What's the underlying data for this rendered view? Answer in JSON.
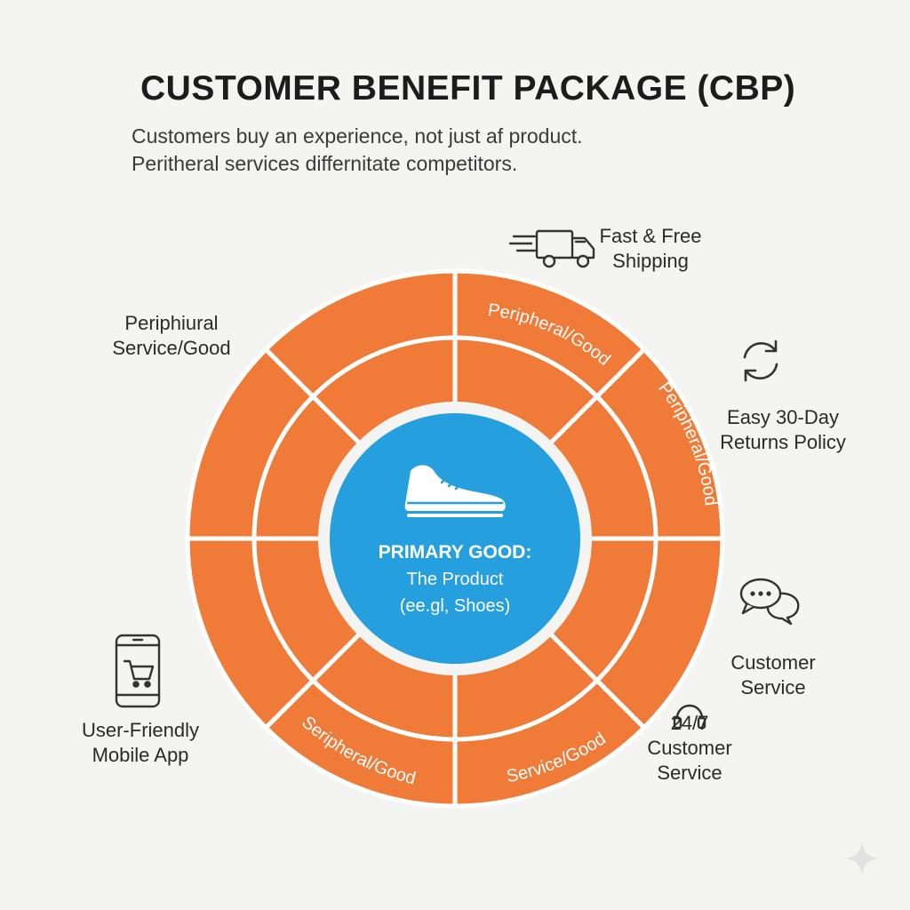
{
  "title": "CUSTOMER BENEFIT PACKAGE (CBP)",
  "subtitle": {
    "line1": "Customers buy an experience, not just af product.",
    "line2": "Peritheral services differnitate competitors."
  },
  "center": {
    "line1": "PRIMARY GOOD:",
    "line2": "The Product",
    "line3": "(ee.gl, Shoes)"
  },
  "ring_labels": {
    "top_right": "Peripheral/Good",
    "right": "Peripheral/Good",
    "bottom_left": "Seripheral/Good",
    "bottom_right": "Service/Good"
  },
  "callouts": {
    "top_left": {
      "line1": "Periphiural",
      "line2": "Service/Good"
    },
    "shipping": {
      "line1": "Fast & Free",
      "line2": "Shipping"
    },
    "returns": {
      "line1": "Easy 30-Day",
      "line2": "Returns Policy"
    },
    "customer_service": {
      "line1": "Customer",
      "line2": "Service"
    },
    "support_247": {
      "line1": "24/7",
      "line2": "Customer",
      "line3": "Service"
    },
    "mobile_app": {
      "line1": "User-Friendly",
      "line2": "Mobile App"
    }
  },
  "colors": {
    "ring": "#f07a37",
    "ring_stroke": "#ffffff",
    "center": "#269fdf",
    "center_text": "#ffffff",
    "background": "#f4f4f3"
  },
  "icons": {
    "shipping": "delivery-truck-icon",
    "returns": "refresh-arrows-icon",
    "customer_service": "chat-bubbles-icon",
    "support_247": "headset-icon",
    "mobile_app": "mobile-cart-icon",
    "product": "shoe-icon"
  }
}
